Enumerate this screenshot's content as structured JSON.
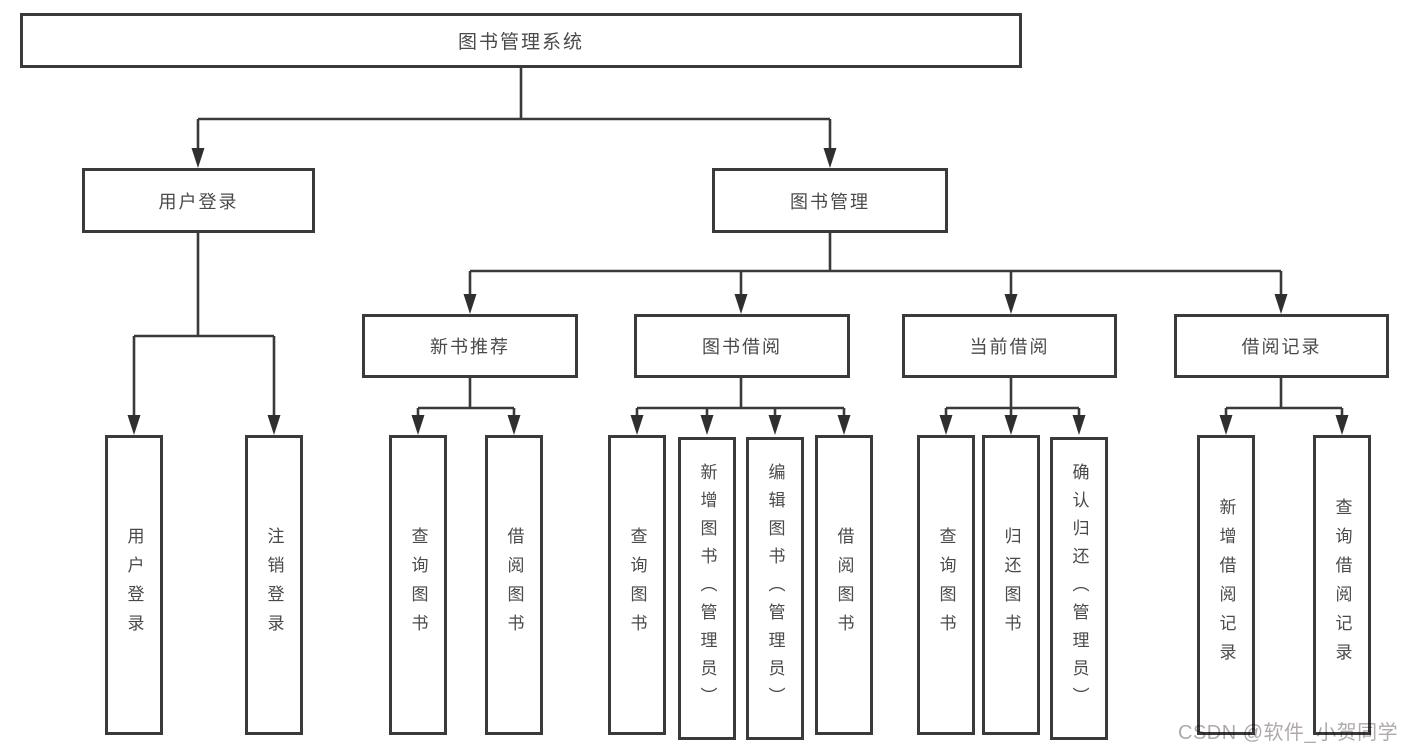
{
  "diagram": {
    "title_node": {
      "label": "图书管理系统"
    },
    "level2": [
      {
        "id": "user-login",
        "label": "用户登录"
      },
      {
        "id": "book-management",
        "label": "图书管理"
      }
    ],
    "level3": [
      {
        "id": "new-book-recommend",
        "label": "新书推荐"
      },
      {
        "id": "book-borrowing",
        "label": "图书借阅"
      },
      {
        "id": "current-borrowing",
        "label": "当前借阅"
      },
      {
        "id": "borrow-records",
        "label": "借阅记录"
      }
    ],
    "leaves": [
      {
        "parent": "user-login",
        "label": "用户登录"
      },
      {
        "parent": "user-login",
        "label": "注销登录"
      },
      {
        "parent": "new-book-recommend",
        "label": "查询图书"
      },
      {
        "parent": "new-book-recommend",
        "label": "借阅图书"
      },
      {
        "parent": "book-borrowing",
        "label": "查询图书"
      },
      {
        "parent": "book-borrowing",
        "label": "新增图书（管理员）"
      },
      {
        "parent": "book-borrowing",
        "label": "编辑图书（管理员）"
      },
      {
        "parent": "book-borrowing",
        "label": "借阅图书"
      },
      {
        "parent": "current-borrowing",
        "label": "查询图书"
      },
      {
        "parent": "current-borrowing",
        "label": "归还图书"
      },
      {
        "parent": "current-borrowing",
        "label": "确认归还（管理员）"
      },
      {
        "parent": "borrow-records",
        "label": "新增借阅记录"
      },
      {
        "parent": "borrow-records",
        "label": "查询借阅记录"
      }
    ]
  },
  "watermark": "CSDN @软件_小贺同学",
  "colors": {
    "line": "#3a3a3a",
    "arrow": "#2f2f2f",
    "box_border": "#3a3a3a",
    "text": "#4a4a4a",
    "watermark": "#b1a9ac",
    "background": "#ffffff"
  }
}
